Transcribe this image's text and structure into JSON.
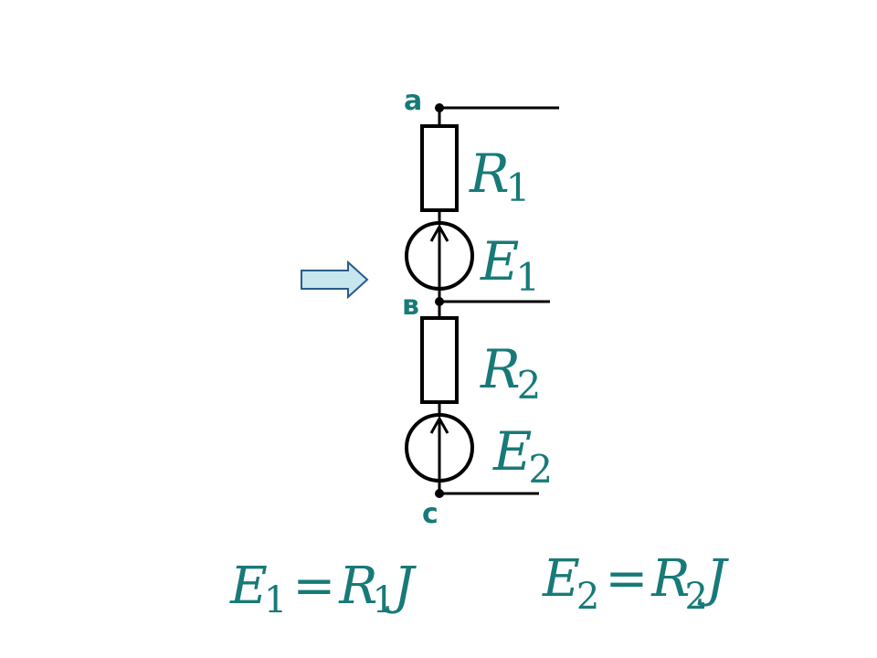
{
  "colors": {
    "text": "#177a78",
    "wire": "#000000",
    "arrow_fill": "#c8e6ee",
    "arrow_stroke": "#2b5b87",
    "background": "#ffffff"
  },
  "nodes": {
    "a": "a",
    "b": "в",
    "c": "c"
  },
  "components": {
    "r1": {
      "symbol": "R",
      "sub": "1"
    },
    "e1": {
      "symbol": "E",
      "sub": "1"
    },
    "r2": {
      "symbol": "R",
      "sub": "2"
    },
    "e2": {
      "symbol": "E",
      "sub": "2"
    }
  },
  "equations": {
    "eq1": {
      "lhs": "E",
      "lhs_sub": "1",
      "op": "=",
      "r": "R",
      "r_sub": "1",
      "j": "J"
    },
    "eq2": {
      "lhs": "E",
      "lhs_sub": "2",
      "op": "=",
      "r": "R",
      "r_sub": "2",
      "j": "J"
    }
  },
  "icons": {
    "pointer": "right-arrow-icon"
  }
}
